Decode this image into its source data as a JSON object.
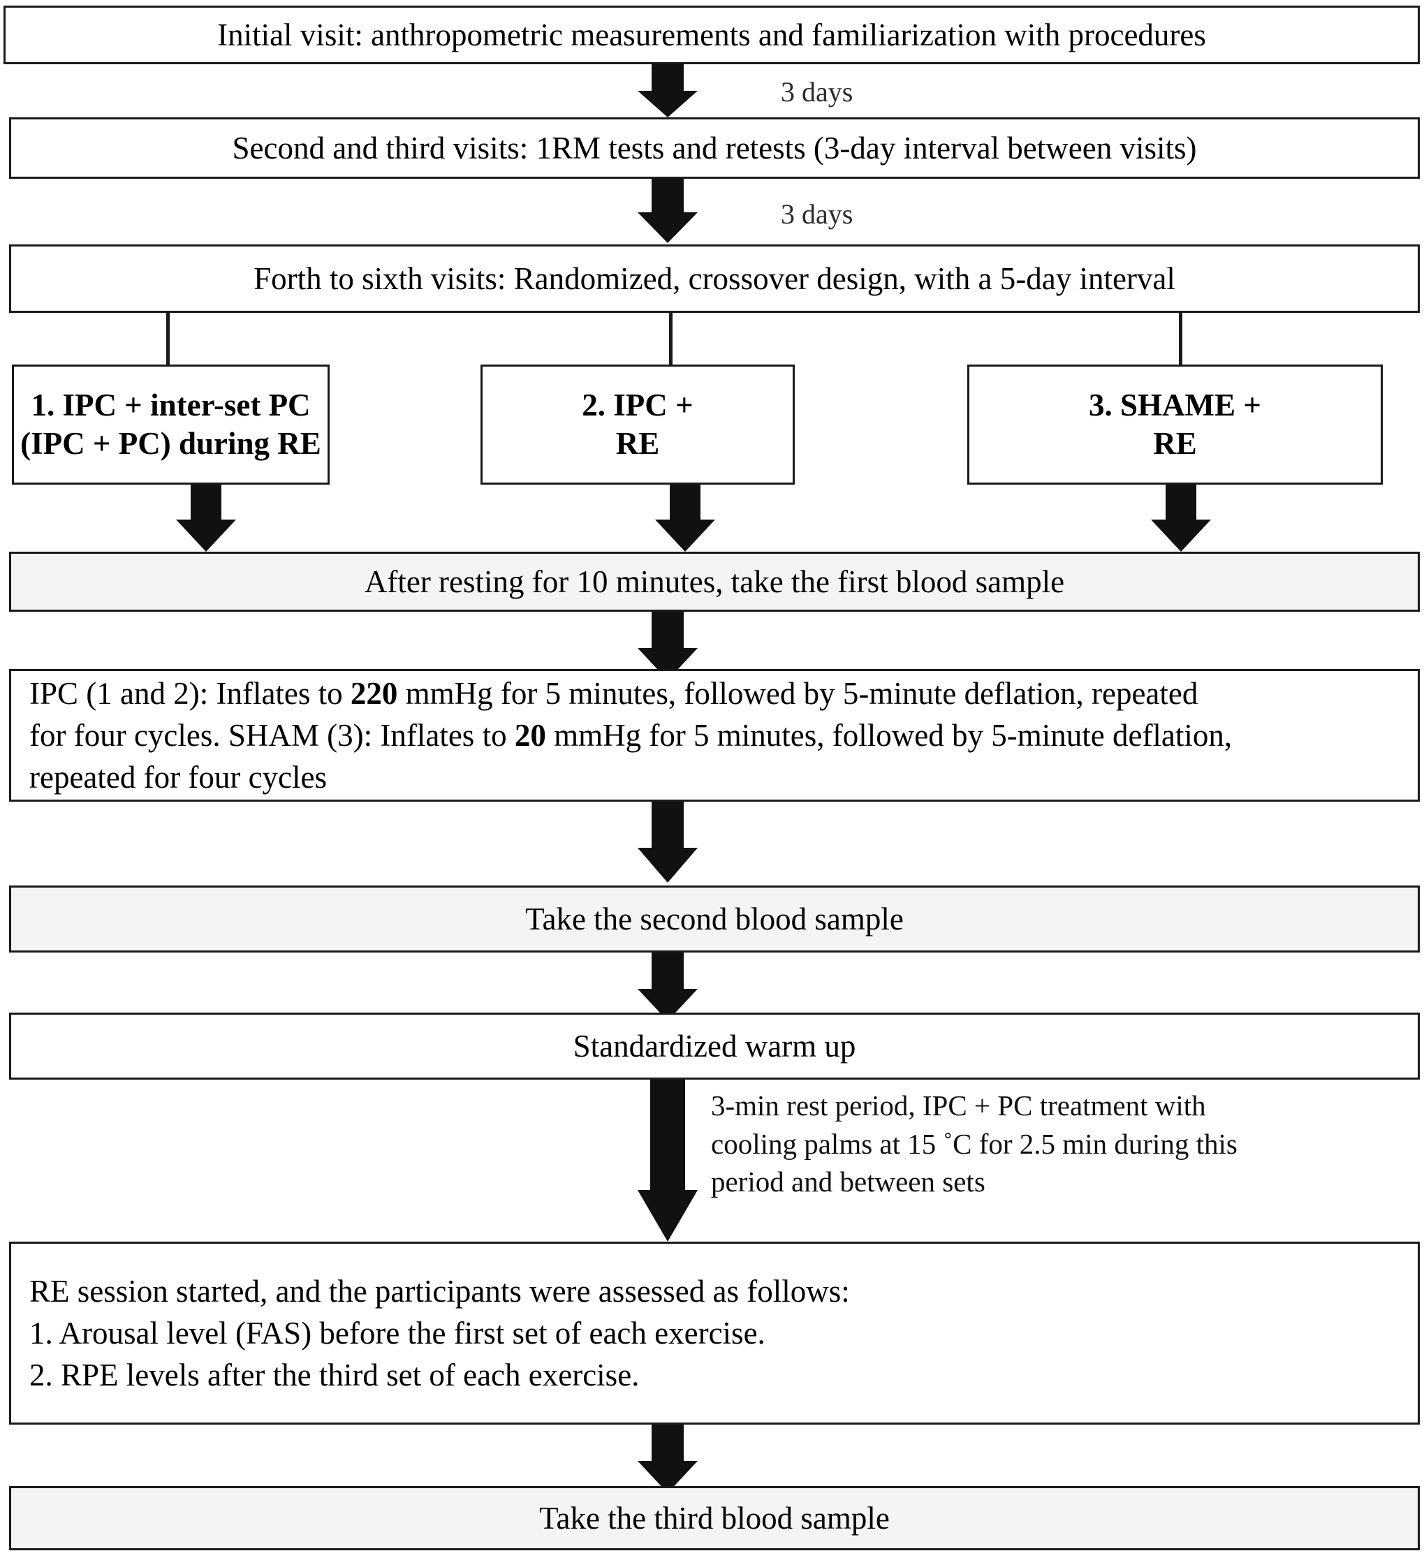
{
  "diagram": {
    "title": "Experimental study design flowchart",
    "colors": {
      "stroke": "#1a1a1a",
      "arrow_fill": "#111111",
      "box_fill": "#ffffff",
      "shaded_box_fill": "#f4f4f4",
      "text": "#000000",
      "side_label_text": "#2b2b2b"
    },
    "nodes": {
      "initial_visit": "Initial  visit: anthropometric measurements and familiarization  with procedures",
      "second_third_visits": "Second and third visits: 1RM tests and retests (3-day interval  between visits)",
      "forth_sixth_visits": "Forth to sixth visits: Randomized, crossover design, with a 5-day interval",
      "arm1_line1": "1. IPC + inter-set PC",
      "arm1_line2": "(IPC + PC) during RE",
      "arm2_line1": "2. IPC +",
      "arm2_line2": "RE",
      "arm3_line1": "3.  SHAME +",
      "arm3_line2": "RE",
      "first_blood_sample": "After resting for 10 minutes, take the first blood sample",
      "cuff_protocol_line1": "IPC (1 and 2): Inflates to 220 mmHg for 5 minutes, followed by 5-minute deflation, repeated",
      "cuff_protocol_line2": "for four cycles. SHAM (3): Inflates to 20 mmHg for 5 minutes, followed by 5-minute deflation,",
      "cuff_protocol_line3": "repeated for four cycles",
      "cuff_protocol_bold_1": "220",
      "cuff_protocol_bold_2": "20",
      "second_blood_sample": "Take the second blood sample",
      "warm_up": "Standardized warm up",
      "re_session_line1": "RE session started, and the participants were assessed as follows:",
      "re_session_line2": "1. Arousal level (FAS) before the first set of each exercise.",
      "re_session_line3": "2. RPE levels after the third set of each exercise.",
      "third_blood_sample": "Take the third blood sample"
    },
    "edge_labels": {
      "interval_1": "3 days",
      "interval_2": "3 days"
    },
    "annotations": {
      "rest_note_line1": "3-min  rest  period,  IPC + PC  treatment  with",
      "rest_note_line2": "cooling palms at 15 ˚C for 2.5 min during this",
      "rest_note_line3": "period and between sets"
    }
  }
}
